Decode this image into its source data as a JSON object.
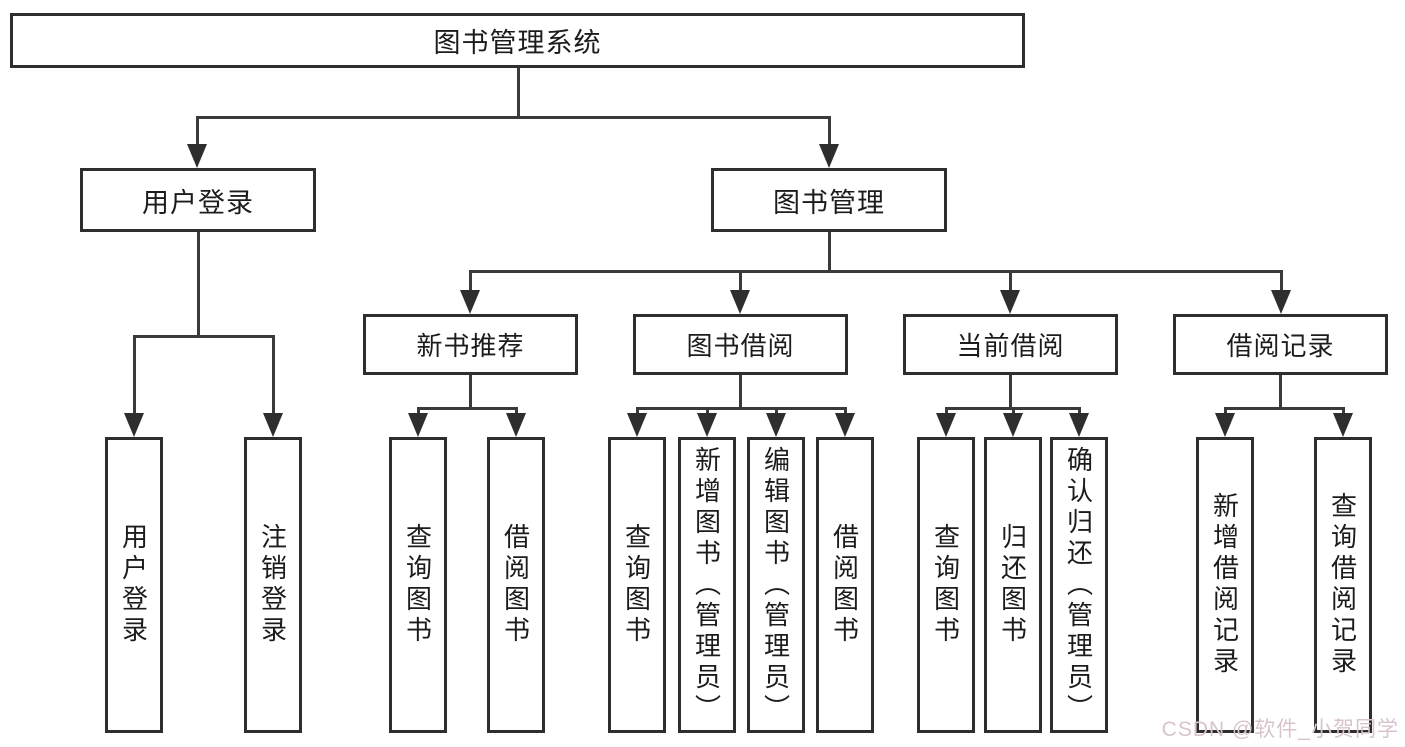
{
  "tree": {
    "label": "图书管理系统",
    "children": [
      {
        "label": "用户登录",
        "children": [
          {
            "label": "用户登录"
          },
          {
            "label": "注销登录"
          }
        ]
      },
      {
        "label": "图书管理",
        "children": [
          {
            "label": "新书推荐",
            "children": [
              {
                "label": "查询图书"
              },
              {
                "label": "借阅图书"
              }
            ]
          },
          {
            "label": "图书借阅",
            "children": [
              {
                "label": "查询图书"
              },
              {
                "label": "新增图书（管理员）"
              },
              {
                "label": "编辑图书（管理员）"
              },
              {
                "label": "借阅图书"
              }
            ]
          },
          {
            "label": "当前借阅",
            "children": [
              {
                "label": "查询图书"
              },
              {
                "label": "归还图书"
              },
              {
                "label": "确认归还（管理员）"
              }
            ]
          },
          {
            "label": "借阅记录",
            "children": [
              {
                "label": "新增借阅记录"
              },
              {
                "label": "查询借阅记录"
              }
            ]
          }
        ]
      }
    ]
  },
  "watermark": {
    "text": "CSDN @软件_小贺同学"
  },
  "colors": {
    "line": "#3a3a3a",
    "box_border": "#2e2e2e",
    "box_fill": "#ffffff",
    "text": "#1c1c1c",
    "watermark": "#d8c4ca",
    "background": "#ffffff"
  }
}
